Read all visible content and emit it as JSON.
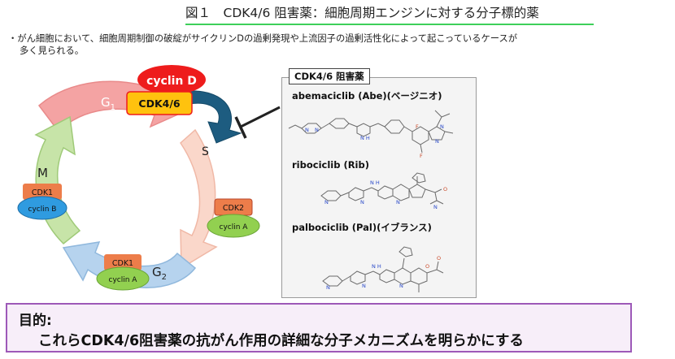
{
  "header": {
    "title": "図１　CDK4/6 阻害薬：細胞周期エンジンに対する分子標的薬"
  },
  "intro": {
    "line1": "・がん細胞において、細胞周期制御の破綻がサイクリンDの過剰発現や上流因子の過剰活性化によって起こっているケースが",
    "line2": "多く見られる。"
  },
  "cycle": {
    "phase_g1": "G",
    "phase_g1_sub": "1",
    "phase_s": "S",
    "phase_g2": "G",
    "phase_g2_sub": "2",
    "phase_m": "M",
    "cyclin_d": "cyclin D",
    "cdk46": "CDK4/6",
    "cdk1_m": "CDK1",
    "cyclin_b": "cyclin B",
    "cdk2": "CDK2",
    "cyclin_a_s": "cyclin A",
    "cdk1_g2": "CDK1",
    "cyclin_a_g2": "cyclin A"
  },
  "panel": {
    "title": "CDK4/6 阻害薬",
    "drug1": "abemaciclib (Abe)(ベージニオ)",
    "drug2": "ribociclib (Rib)",
    "drug3": "palbociclib (Pal)(イブランス)",
    "atoms": {
      "f": "F",
      "n": "N",
      "nh": "N H",
      "o": "O"
    }
  },
  "goal": {
    "label": "目的:",
    "text": "これらCDK4/6阻害薬の抗がん作用の詳細な分子メカニズムを明らかにする"
  },
  "colors": {
    "g1_arrow": "#f4a3a3",
    "s_arrow": "#fad7ca",
    "g2_arrow": "#b6d3ee",
    "m_arrow": "#c7e4a8",
    "cyclin_d": "#ee1c1c",
    "cdk46": "#ffc20e",
    "cdk_box": "#ed7d4a",
    "cyclin_a": "#92d050",
    "cyclin_b": "#2f9be0",
    "curved_arrow": "#1d5c80",
    "title_rule": "#3ecf5a",
    "goal_border": "#9d59b8"
  }
}
